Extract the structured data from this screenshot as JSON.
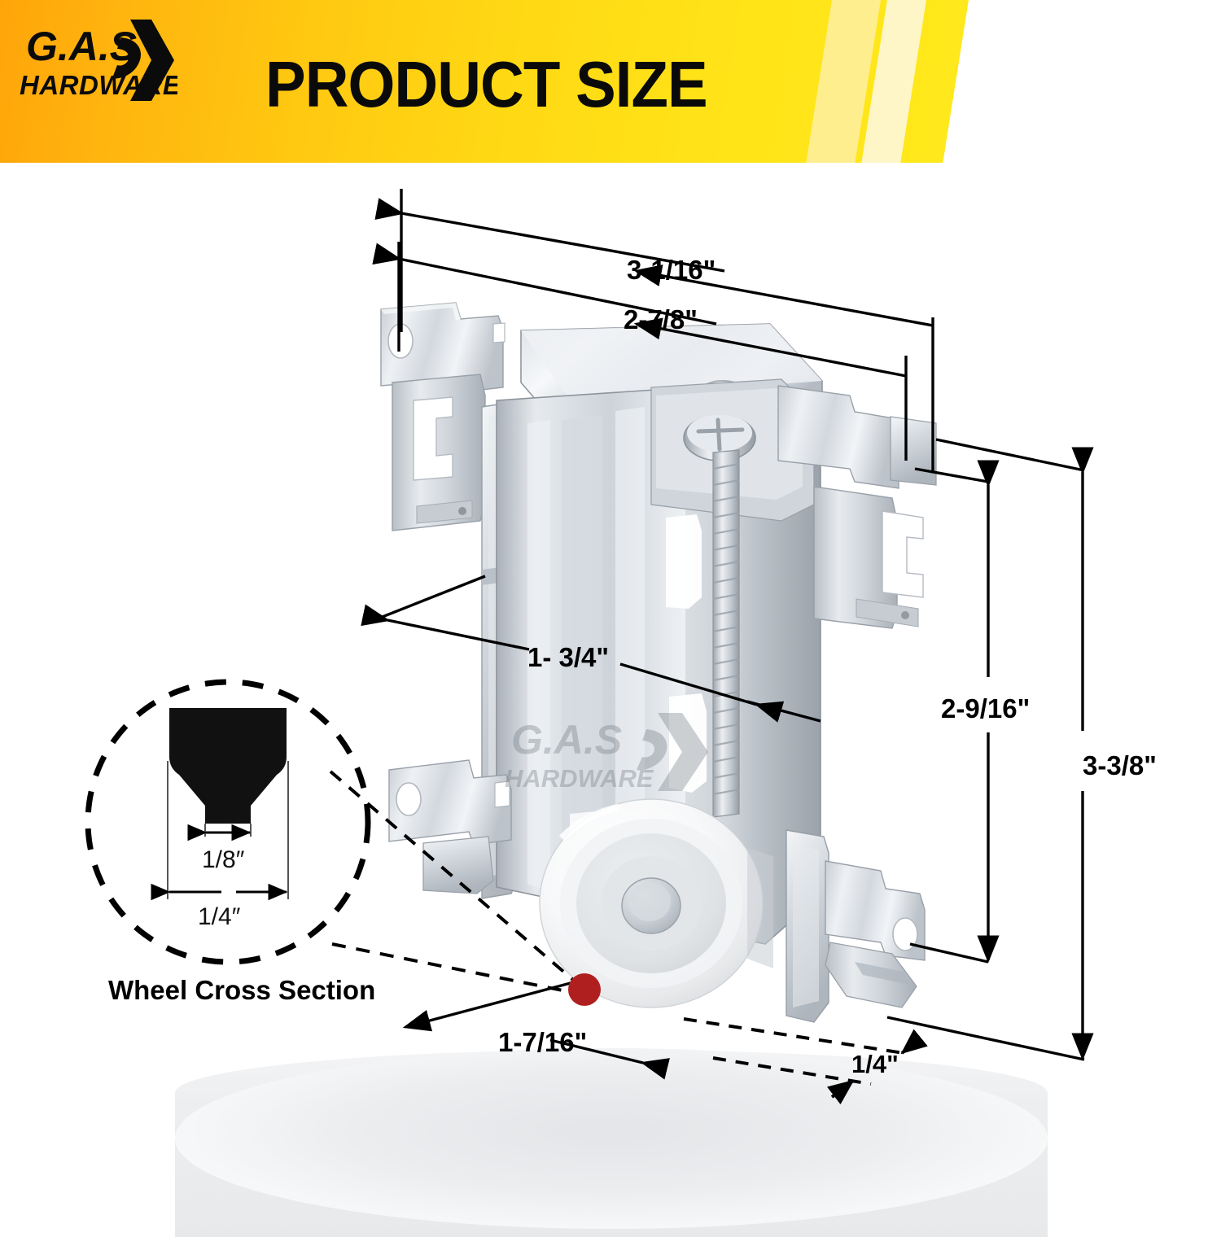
{
  "header": {
    "title": "PRODUCT SIZE",
    "logo_primary": "G.A.S",
    "logo_secondary": "HARDWARE",
    "gradient_start": "#FFA40A",
    "gradient_end": "#FFE81B",
    "stripe_1": "#FFEE8E",
    "stripe_2": "#FFF6C8"
  },
  "dimensions": {
    "overall_width": "3-1/16\"",
    "inner_width": "2-7/8\"",
    "body_width": "1- 3/4\"",
    "inner_height": "2-9/16\"",
    "overall_height": "3-3/8\"",
    "wheel_diameter": "1-7/16\"",
    "wheel_thickness": "1/4\""
  },
  "cross_section": {
    "caption": "Wheel Cross Section",
    "groove_width": "1/8″",
    "wheel_width": "1/4″"
  },
  "watermark": {
    "primary": "G.A.S",
    "secondary": "HARDWARE"
  },
  "markers": {
    "callout_dot_color": "#B01F1F"
  }
}
